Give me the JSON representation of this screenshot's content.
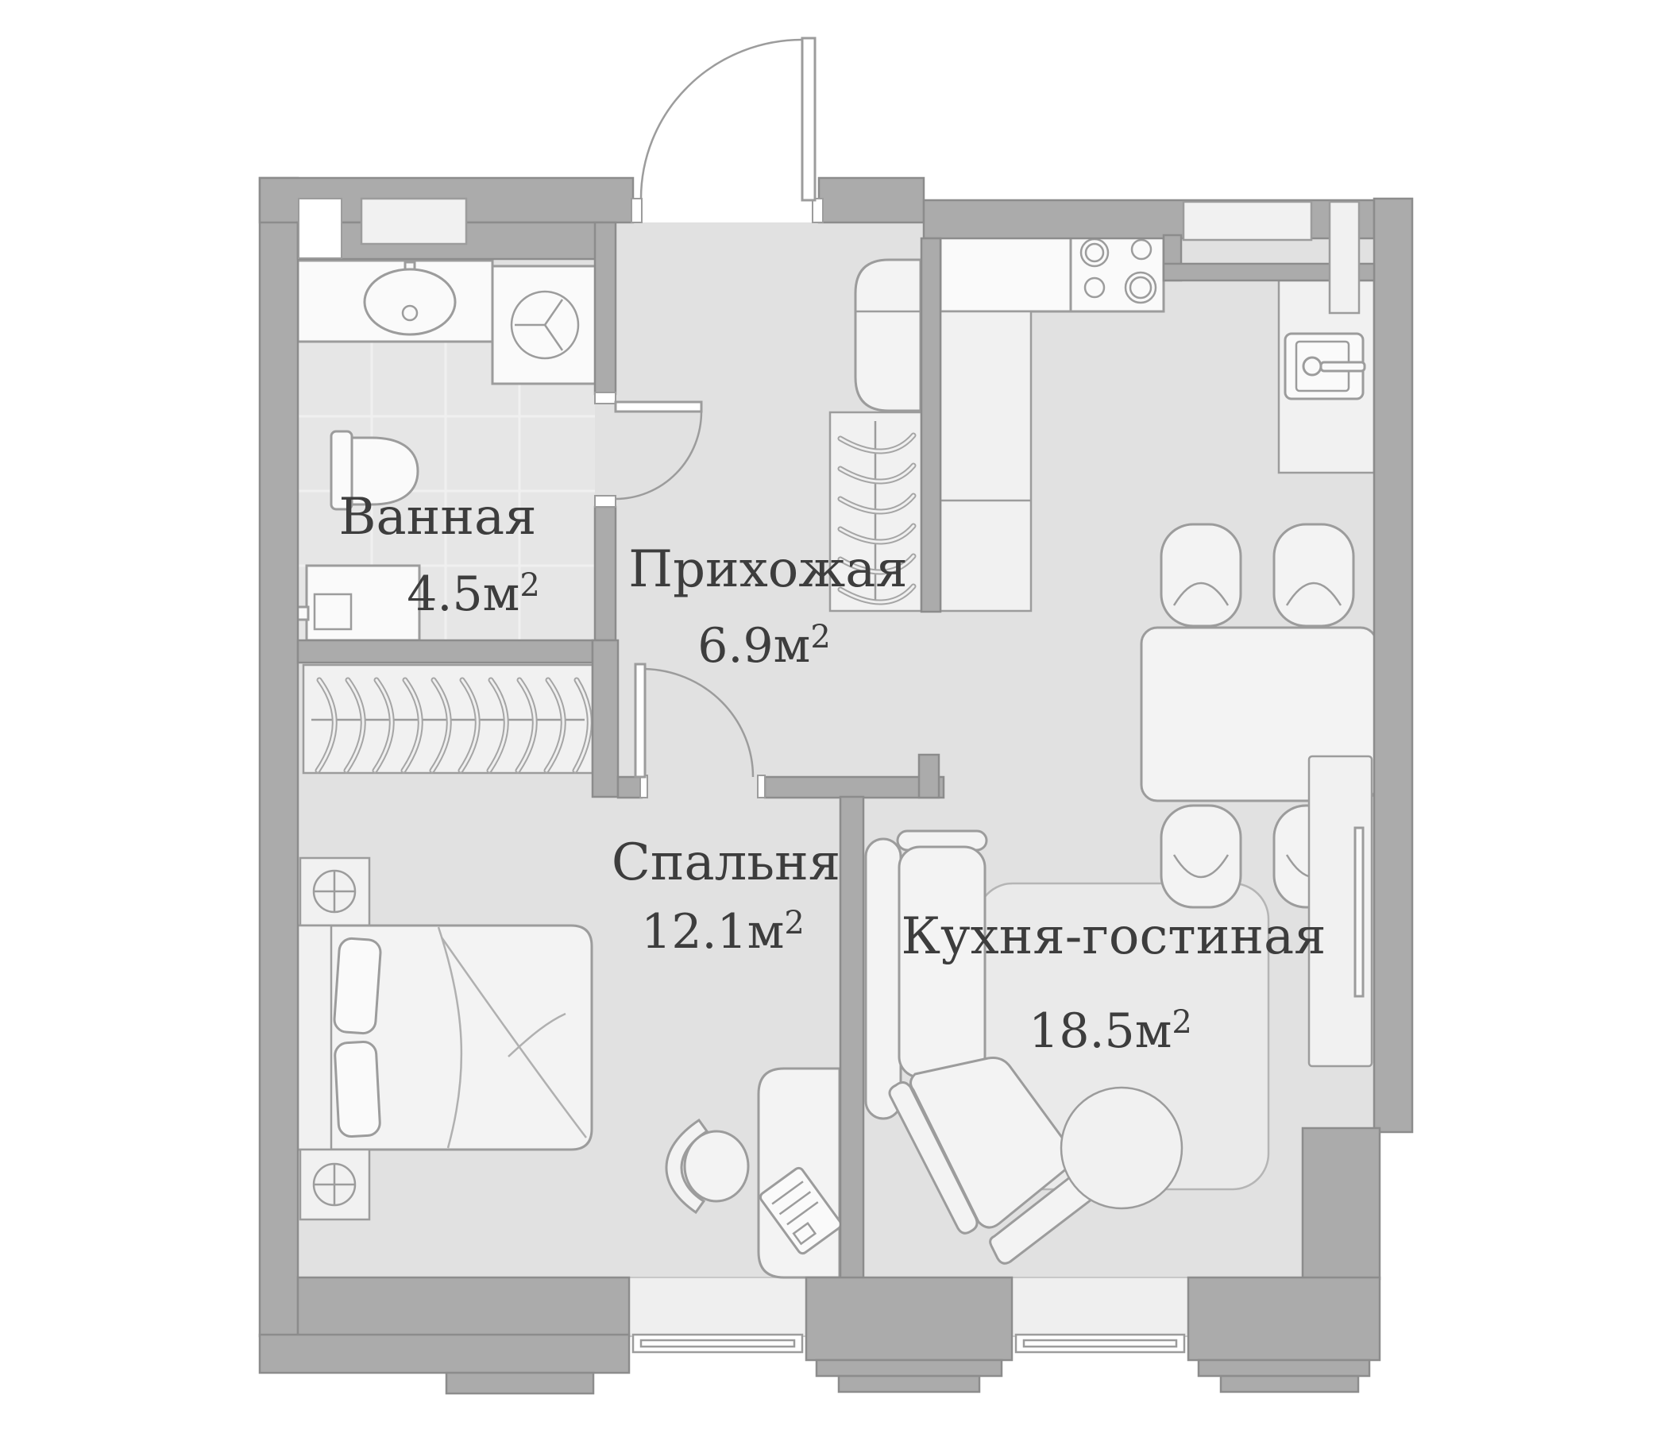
{
  "plan": {
    "rooms": [
      {
        "id": "bathroom",
        "name": "Ванная",
        "area_main": "4.5м",
        "area_sup": "2"
      },
      {
        "id": "hallway",
        "name": "Прихожая",
        "area_main": "6.9м",
        "area_sup": "2"
      },
      {
        "id": "bedroom",
        "name": "Спальня",
        "area_main": "12.1м",
        "area_sup": "2"
      },
      {
        "id": "kitchen-living",
        "name": "Кухня-гостиная",
        "area_main": "18.5м",
        "area_sup": "2"
      }
    ],
    "colors": {
      "wall": "#ababab",
      "wall_outline": "#8c8c8c",
      "floor": "#e1e1e1",
      "furniture": "#f3f3f3",
      "label_text": "#3d3d3d",
      "background": "#ffffff"
    }
  }
}
